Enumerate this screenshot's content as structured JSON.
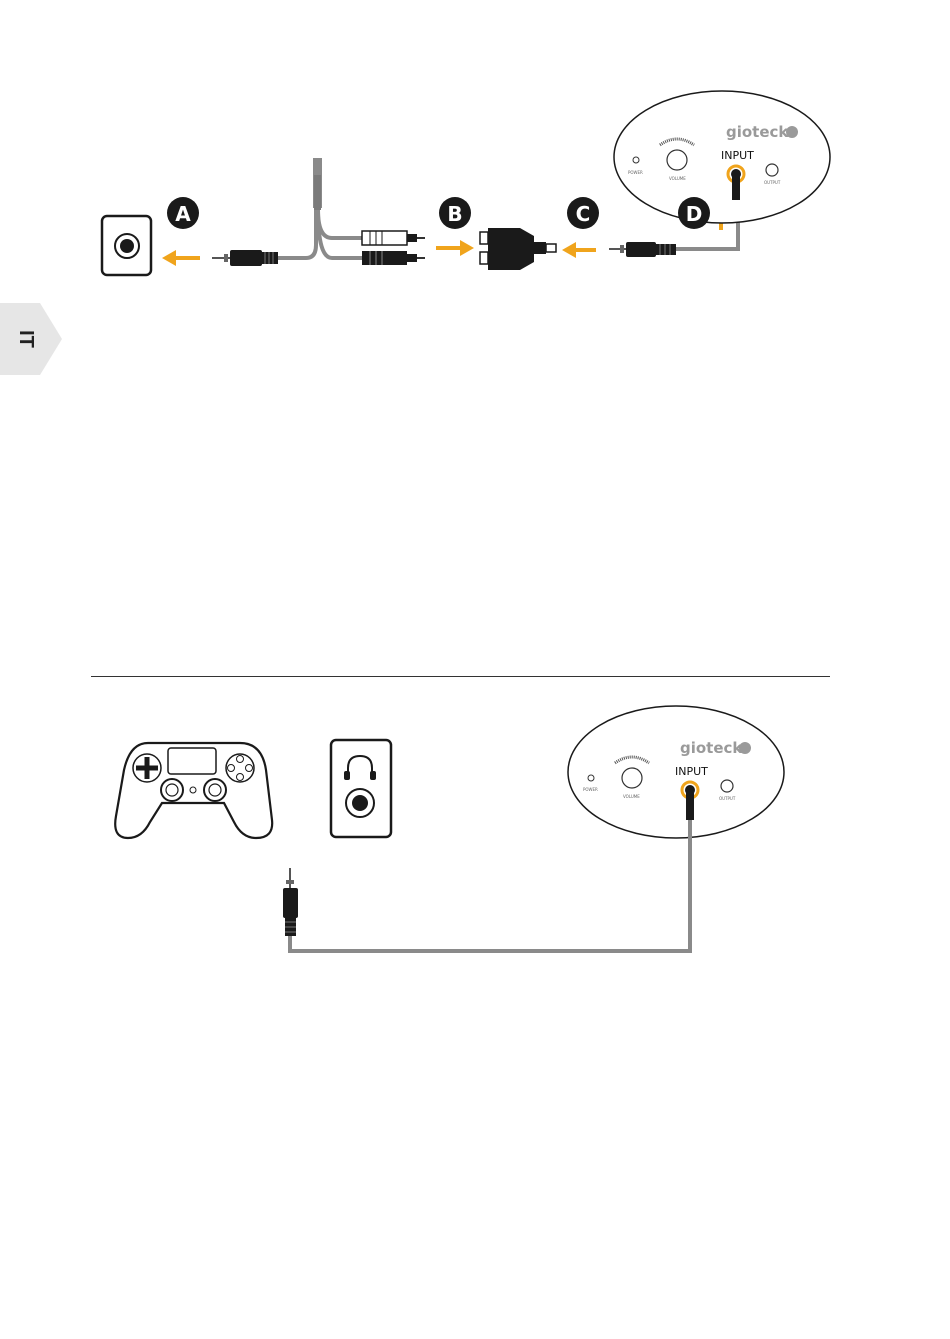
{
  "side_tab": {
    "label": "IT"
  },
  "diagram1": {
    "steps": [
      "A",
      "B",
      "C",
      "D"
    ],
    "device": {
      "brand": "gioteck",
      "input_label": "INPUT",
      "power_label": "POWER",
      "volume_label": "VOLUME",
      "output_label": "OUTPUT"
    }
  },
  "diagram2": {
    "device": {
      "brand": "gioteck",
      "input_label": "INPUT",
      "power_label": "POWER",
      "volume_label": "VOLUME",
      "output_label": "OUTPUT"
    }
  },
  "colors": {
    "arrow": "#f0a41c",
    "cable": "#8a8a8a",
    "badge": "#1a1a1a",
    "tab": "#e6e6e6"
  }
}
